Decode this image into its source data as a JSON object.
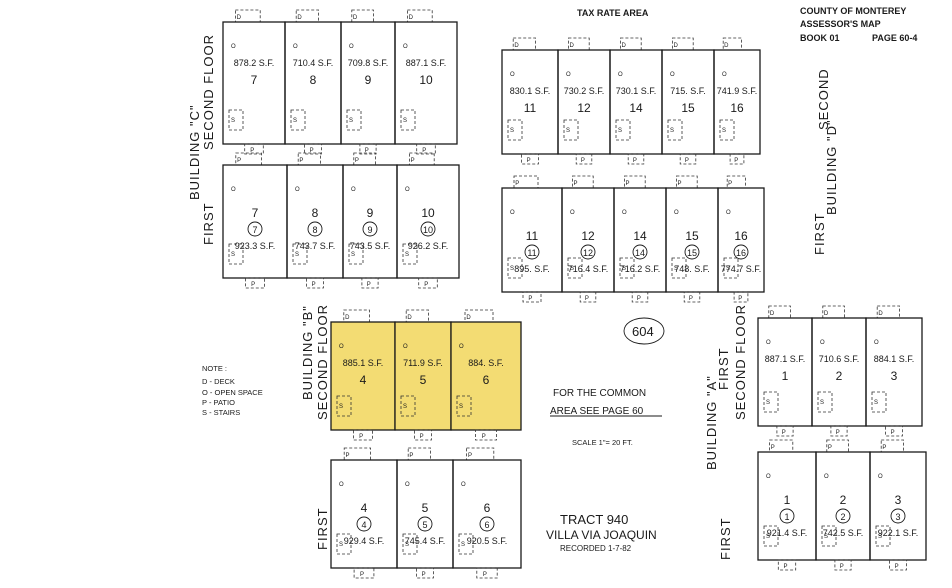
{
  "header": {
    "tax_rate_area": "TAX RATE AREA",
    "county": "COUNTY OF MONTEREY",
    "assessor_map": "ASSESSOR'S MAP",
    "book": "BOOK 01",
    "page": "PAGE 60-4"
  },
  "buildings": {
    "c": {
      "second": "SECOND FLOOR",
      "first": "FIRST",
      "name": "BUILDING \"C\""
    },
    "d": {
      "second": "SECOND",
      "name": "BUILDING \"D\"",
      "first": "FIRST"
    },
    "b": {
      "second": "SECOND FLOOR",
      "name": "BUILDING \"B\"",
      "first": "FIRST"
    },
    "a": {
      "first": "FIRST",
      "second": "SECOND FLOOR",
      "name": "BUILDING \"A\""
    }
  },
  "units": {
    "c2": [
      {
        "num": "7",
        "sf": "878.2 S.F."
      },
      {
        "num": "8",
        "sf": "710.4 S.F."
      },
      {
        "num": "9",
        "sf": "709.8 S.F."
      },
      {
        "num": "10",
        "sf": "887.1 S.F."
      }
    ],
    "c1": [
      {
        "num": "7",
        "sf": "923.3 S.F."
      },
      {
        "num": "8",
        "sf": "743.7 S.F."
      },
      {
        "num": "9",
        "sf": "743.5 S.F."
      },
      {
        "num": "10",
        "sf": "926.2 S.F."
      }
    ],
    "d2": [
      {
        "num": "11",
        "sf": "830.1 S.F."
      },
      {
        "num": "12",
        "sf": "730.2 S.F."
      },
      {
        "num": "14",
        "sf": "730.1 S.F."
      },
      {
        "num": "15",
        "sf": "715. S.F."
      },
      {
        "num": "16",
        "sf": "741.9 S.F."
      }
    ],
    "d1": [
      {
        "num": "11",
        "sf": "895. S.F."
      },
      {
        "num": "12",
        "sf": "716.4 S.F."
      },
      {
        "num": "14",
        "sf": "716.2 S.F."
      },
      {
        "num": "15",
        "sf": "748. S.F."
      },
      {
        "num": "16",
        "sf": "774.7 S.F."
      }
    ],
    "b2": [
      {
        "num": "4",
        "sf": "885.1 S.F."
      },
      {
        "num": "5",
        "sf": "711.9 S.F."
      },
      {
        "num": "6",
        "sf": "884. S.F."
      }
    ],
    "b1": [
      {
        "num": "4",
        "sf": "929.4 S.F."
      },
      {
        "num": "5",
        "sf": "745.4 S.F."
      },
      {
        "num": "6",
        "sf": "920.5 S.F."
      }
    ],
    "a2": [
      {
        "num": "1",
        "sf": "887.1 S.F."
      },
      {
        "num": "2",
        "sf": "710.6 S.F."
      },
      {
        "num": "3",
        "sf": "884.1 S.F."
      }
    ],
    "a1": [
      {
        "num": "1",
        "sf": "921.4 S.F."
      },
      {
        "num": "2",
        "sf": "742.5 S.F."
      },
      {
        "num": "3",
        "sf": "922.1 S.F."
      }
    ]
  },
  "symbols": {
    "deck": "D",
    "open": "O",
    "patio": "P",
    "stairs": "S"
  },
  "map_number": "604",
  "note": {
    "title": "NOTE :",
    "lines": [
      "D - DECK",
      "O - OPEN SPACE",
      "P - PATIO",
      "S - STAIRS"
    ]
  },
  "common_area": [
    "FOR THE COMMON",
    "AREA SEE PAGE 60"
  ],
  "scale": "SCALE 1\"= 20 FT.",
  "tract": {
    "line1": "TRACT 940",
    "line2": "VILLA VIA JOAQUIN",
    "line3": "RECORDED 1-7-82"
  },
  "highlight_color": "#f3dc73"
}
